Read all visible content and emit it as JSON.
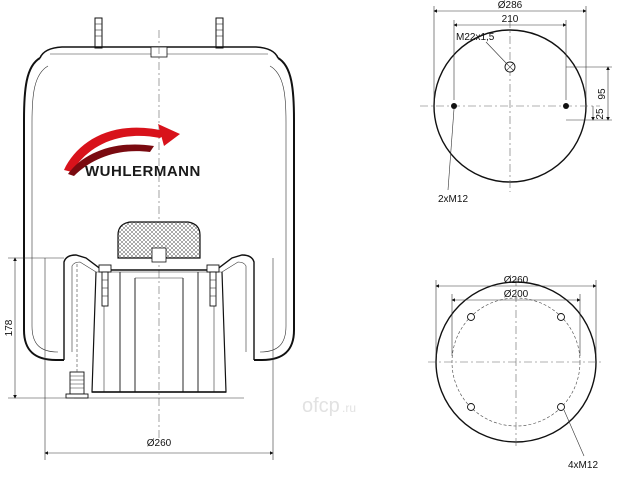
{
  "brand": {
    "name": "WUHLERMANN"
  },
  "watermark": {
    "text": "ofcp",
    "suffix": ".ru"
  },
  "side_view": {
    "height_label": "178",
    "base_diameter_label": "Ø260"
  },
  "top_plate": {
    "outer_diameter_label": "Ø286",
    "hole_spacing_label": "210",
    "center_thread_label": "M22x1,5",
    "offset_small_label": "25",
    "offset_large_label": "95",
    "stud_label": "2xM12"
  },
  "bottom_plate": {
    "outer_diameter_label": "Ø260",
    "bolt_circle_label": "Ø200",
    "bolt_label": "4xM12"
  },
  "colors": {
    "line": "#111111",
    "logo_red": "#d8121b",
    "logo_dark": "#7a0a10",
    "watermark": "#e2e2e2"
  }
}
